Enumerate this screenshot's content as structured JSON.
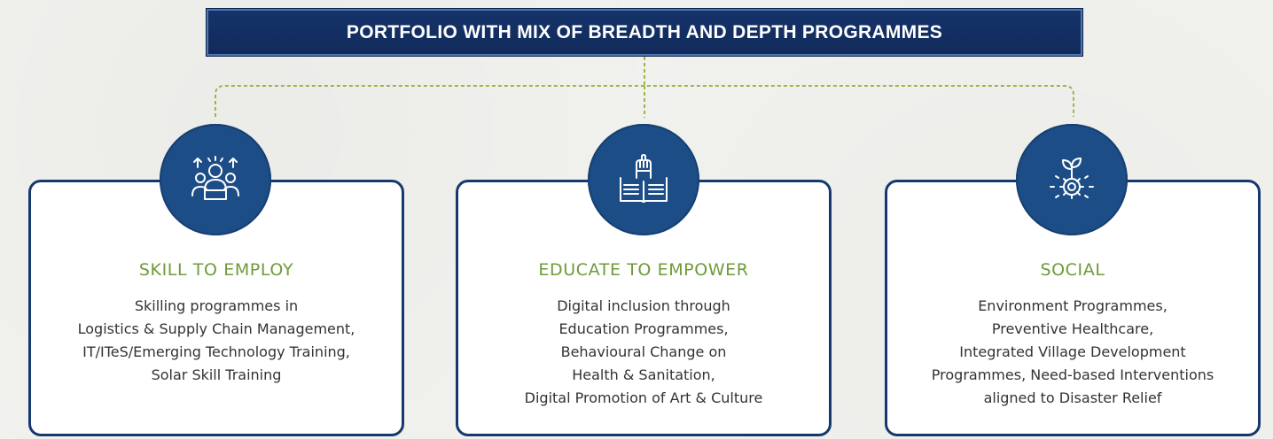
{
  "banner": {
    "title": "PORTFOLIO WITH MIX OF BREADTH AND DEPTH PROGRAMMES"
  },
  "colors": {
    "navy": "#15396f",
    "icon_bg": "#1d4d86",
    "green": "#6f9a3a",
    "connector": "#9ab846"
  },
  "cards": [
    {
      "icon": "team-skill-icon",
      "title": "SKILL TO EMPLOY",
      "lines": [
        "Skilling programmes in",
        "Logistics & Supply Chain Management,",
        "IT/ITeS/Emerging Technology Training,",
        "Solar Skill Training"
      ]
    },
    {
      "icon": "education-empower-icon",
      "title": "EDUCATE TO EMPOWER",
      "lines": [
        "Digital inclusion through",
        "Education Programmes,",
        "Behavioural Change on",
        "Health & Sanitation,",
        "Digital Promotion of Art & Culture"
      ]
    },
    {
      "icon": "sprout-gear-icon",
      "title": "SOCIAL",
      "lines": [
        "Environment Programmes,",
        "Preventive Healthcare,",
        "Integrated Village Development",
        "Programmes, Need-based Interventions",
        "aligned to Disaster Relief"
      ]
    }
  ]
}
